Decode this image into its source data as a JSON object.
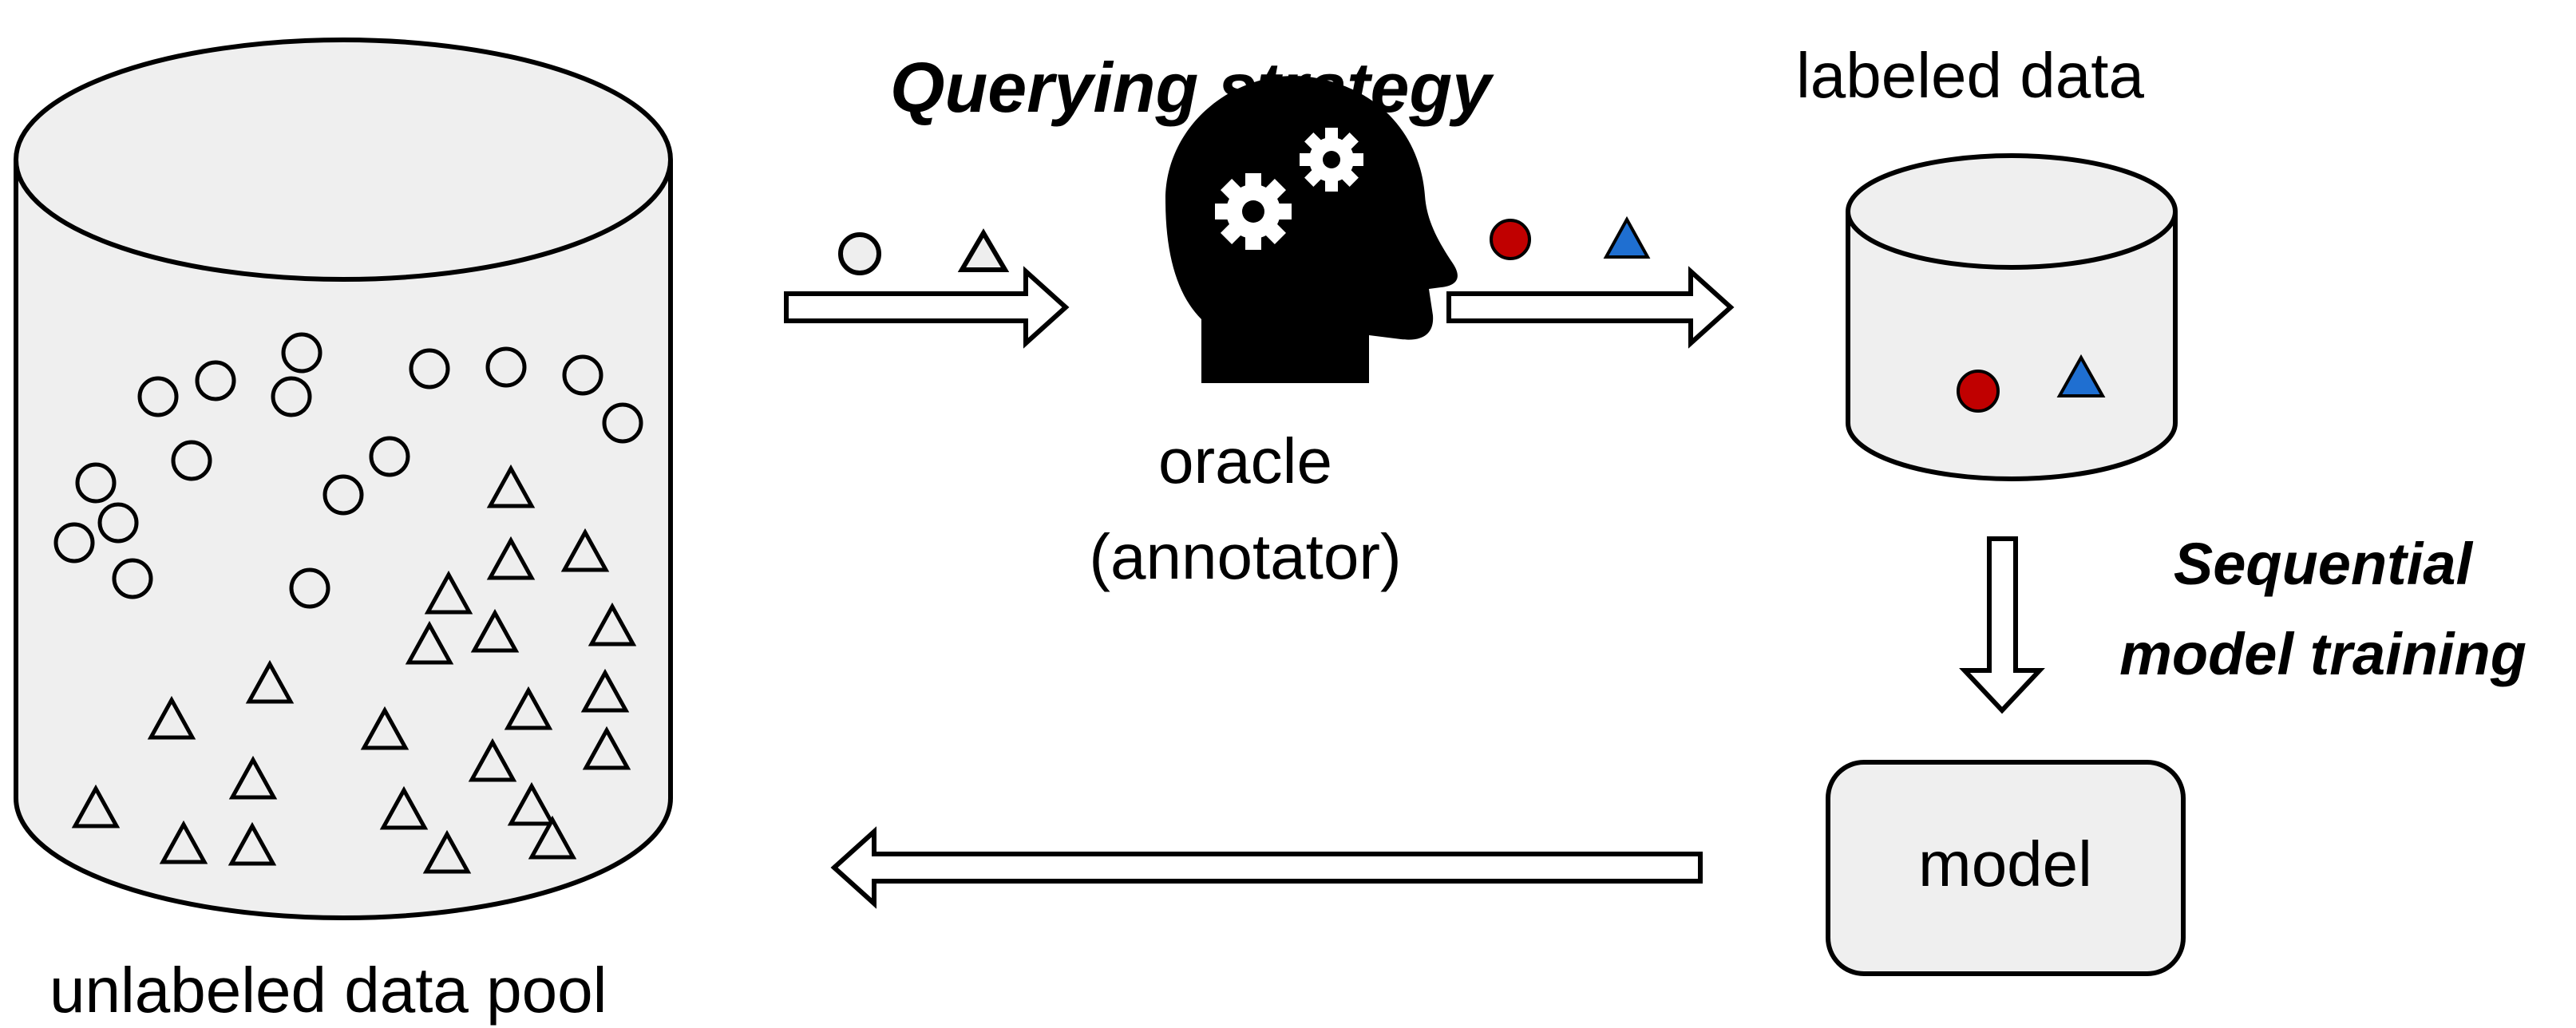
{
  "labels": {
    "pool": "unlabeled data pool",
    "strategy": "Querying strategy",
    "labeled": "labeled data",
    "oracle": "oracle",
    "annotator": "(annotator)",
    "sequential_1": "Sequential",
    "sequential_2": "model training",
    "model": "model"
  },
  "colors": {
    "container_fill": "#efefef",
    "sample_fill": "#eeeeee",
    "labeled_circle": "#c00000",
    "labeled_triangle": "#1f6fd1",
    "stroke": "#000000"
  },
  "icons": {
    "oracle": "head-with-gears-icon"
  }
}
